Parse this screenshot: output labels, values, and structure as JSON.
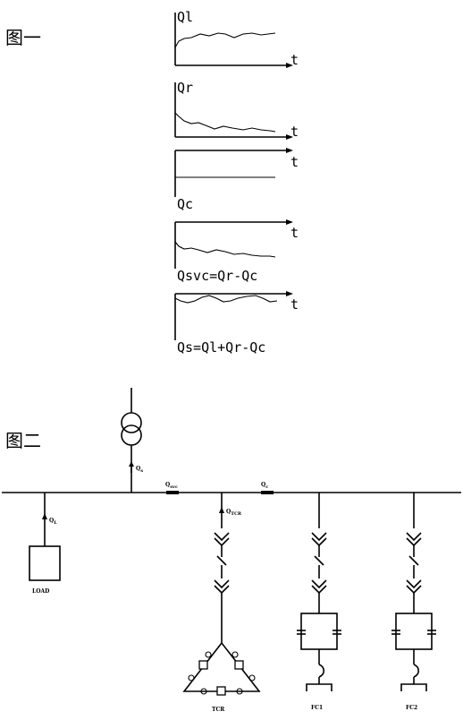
{
  "figure1": {
    "label": "图一",
    "panels": [
      {
        "label": "Ql",
        "axis": "t"
      },
      {
        "label": "Qr",
        "axis": "t"
      },
      {
        "label": "Qc",
        "axis": "t"
      },
      {
        "label": "Qsvc=Qr-Qc",
        "axis": "t"
      },
      {
        "label": "Qs=Ql+Qr-Qc",
        "axis": "t"
      }
    ]
  },
  "figure2": {
    "label": "图二",
    "labels": {
      "qs": "Q",
      "qs_sub": "s",
      "qsvc": "Q",
      "qsvc_sub": "svc",
      "qc": "Q",
      "qc_sub": "c",
      "ql": "Q",
      "ql_sub": "L",
      "qtcr": "Q",
      "qtcr_sub": "TCR",
      "load": "LOAD",
      "tcr": "TCR",
      "fc1": "FC1",
      "fc2": "FC2"
    }
  }
}
